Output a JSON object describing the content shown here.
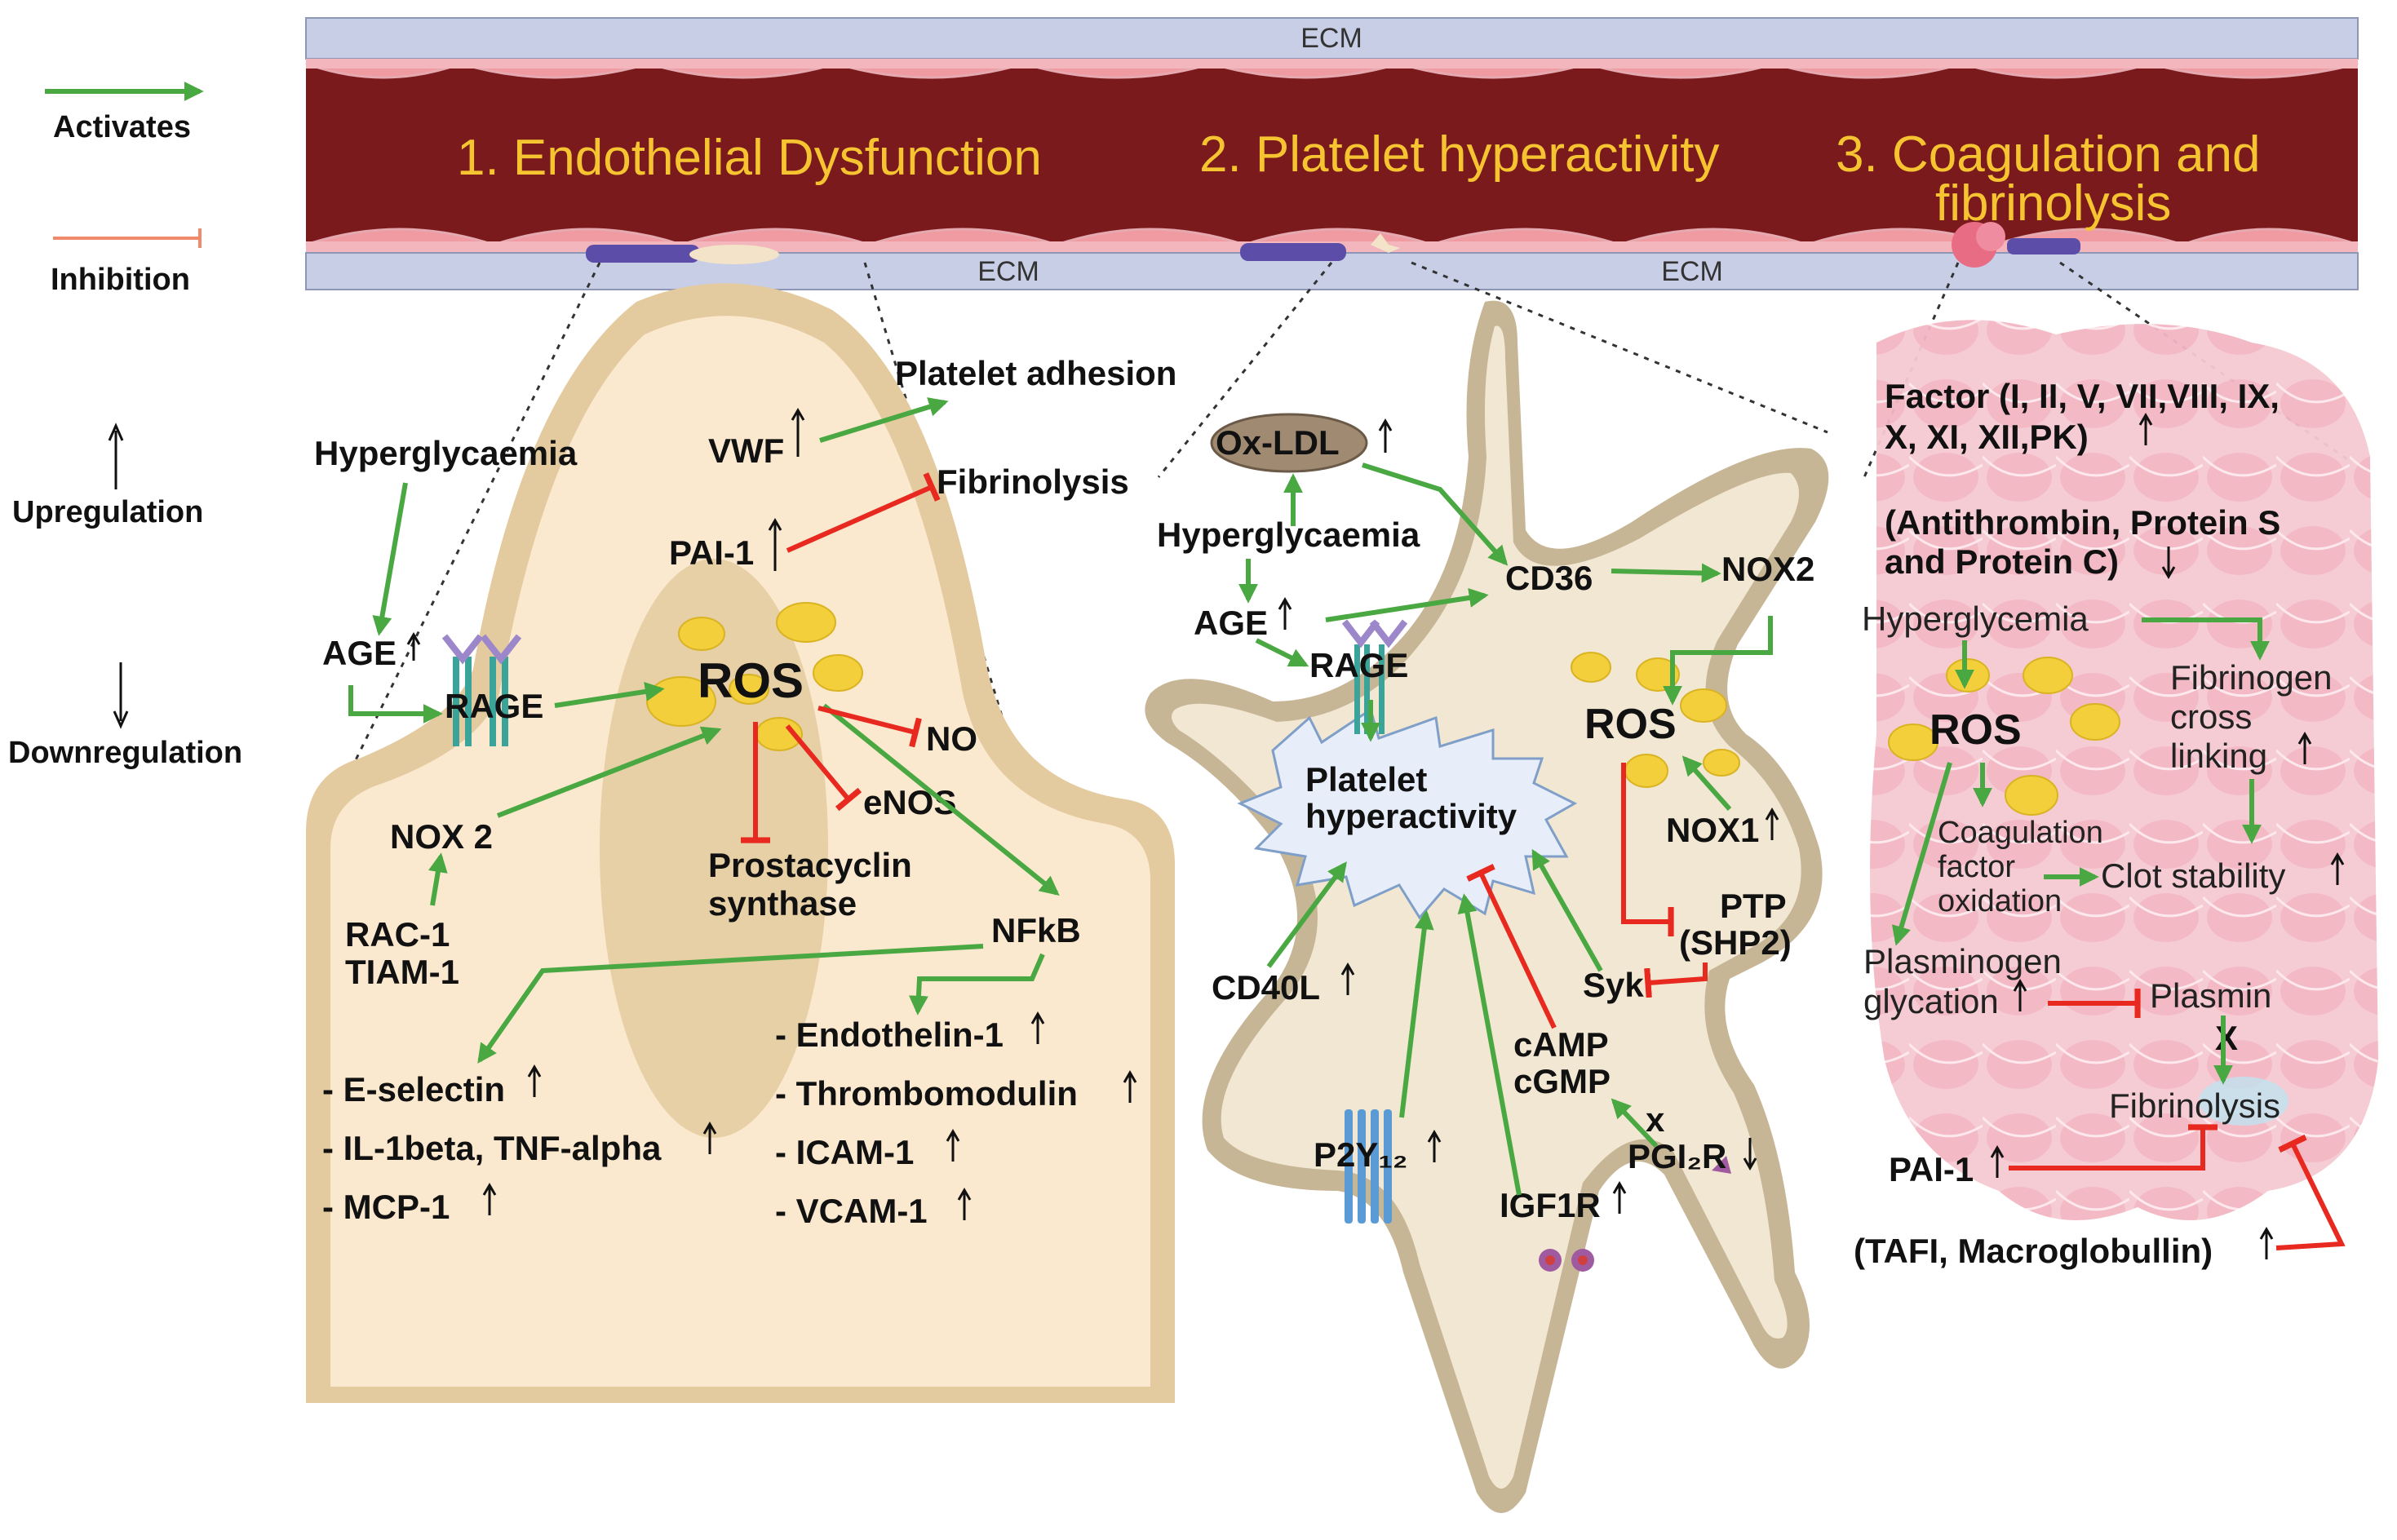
{
  "legend": {
    "activates": "Activates",
    "inhibition": "Inhibition",
    "upregulation": "Upregulation",
    "downregulation": "Downregulation",
    "colors": {
      "activate": "#4aa843",
      "inhibit": "#e8291f",
      "inhibit_legend": "#ef8a6a"
    }
  },
  "vessel": {
    "ecm_top": "ECM",
    "ecm_bottom_mid": "ECM",
    "ecm_bottom_right": "ECM",
    "titles": {
      "endothelial": "1. Endothelial Dysfunction",
      "platelet": "2. Platelet hyperactivity",
      "coag_line1": "3. Coagulation and",
      "coag_line2": "fibrinolysis"
    },
    "colors": {
      "lumen": "#7a1a1d",
      "ecm": "#c7cee6",
      "title": "#f5c430"
    }
  },
  "endothelial_panel": {
    "hyperglycaemia": "Hyperglycaemia",
    "age": "AGE",
    "rage": "RAGE",
    "ros": "ROS",
    "nox2": "NOX 2",
    "rac1": "RAC-1",
    "tiam1": "TIAM-1",
    "vwf": "VWF",
    "platelet_adhesion": "Platelet adhesion",
    "pai1": "PAI-1",
    "fibrinolysis": "Fibrinolysis",
    "no": "NO",
    "enos": "eNOS",
    "prostacyclin_1": "Prostacyclin",
    "prostacyclin_2": "synthase",
    "nfkb": "NFkB",
    "left_list": [
      "- E-selectin",
      "- IL-1beta, TNF-alpha",
      "-  MCP-1"
    ],
    "right_list": [
      "- Endothelin-1",
      "- Thrombomodulin",
      "- ICAM-1",
      "- VCAM-1"
    ]
  },
  "platelet_panel": {
    "oxldl": "Ox-LDL",
    "hyperglycaemia": "Hyperglycaemia",
    "age": "AGE",
    "rage": "RAGE",
    "cd36": "CD36",
    "nox2": "NOX2",
    "ros": "ROS",
    "nox1": "NOX1",
    "ptp_1": "PTP",
    "ptp_2": "(SHP2)",
    "syk": "Syk",
    "hyperactivity_1": "Platelet",
    "hyperactivity_2": "hyperactivity",
    "cd40l": "CD40L",
    "camp": "cAMP",
    "cgmp": "cGMP",
    "pgi2r": "PGI₂R",
    "x_mark": "x",
    "p2y12": "P2Y₁₂",
    "igf1r": "IGF1R"
  },
  "coag_panel": {
    "factor_1": "Factor (I, II, V, VII,VIII, IX,",
    "factor_2": "X, XI, XII,PK)",
    "anti_1": "(Antithrombin, Protein S",
    "anti_2": "and Protein C)",
    "hyperglycemia": "Hyperglycemia",
    "ros": "ROS",
    "fibrinogen_1": "Fibrinogen",
    "fibrinogen_2": "cross",
    "fibrinogen_3": "linking",
    "coag_ox_1": "Coagulation",
    "coag_ox_2": "factor",
    "coag_ox_3": "oxidation",
    "clot_stability": "Clot stability",
    "plasminogen_1": "Plasminogen",
    "plasminogen_2": "glycation",
    "plasmin": "Plasmin",
    "x_mark": "X",
    "fibrinolysis": "Fibrinolysis",
    "pai1": "PAI-1",
    "tafi": "(TAFI, Macroglobullin)"
  }
}
